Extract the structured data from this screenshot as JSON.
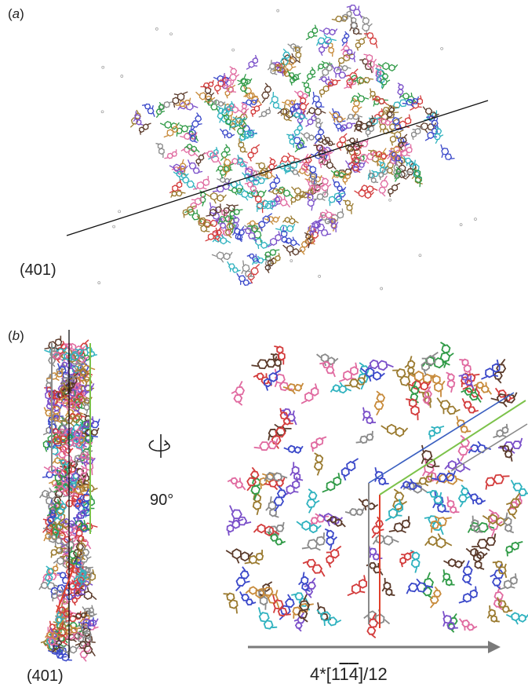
{
  "panel_a": {
    "label_open": "(",
    "label_letter": "a",
    "label_close": ")",
    "plane_label": "(401)"
  },
  "panel_b": {
    "label_open": "(",
    "label_letter": "b",
    "label_close": ")",
    "rotation_angle": "90°",
    "plane_label": "(401)",
    "axis_label_prefix": "4*[1",
    "axis_label_bar1": "1",
    "axis_label_bar2": "4",
    "axis_label_suffix": "]/12"
  },
  "colors": {
    "molecule_palette": [
      "#d33b3b",
      "#3a48c9",
      "#7a4fc9",
      "#2f9a46",
      "#2fb2bf",
      "#c78a3a",
      "#8a8a8a",
      "#e06aa0",
      "#9a7a2f",
      "#5a3a2a"
    ],
    "plane_line": "#111111",
    "cell_edge_green": "#7cc24a",
    "cell_edge_red": "#e0402a",
    "cell_edge_blue": "#3a5fc0",
    "cell_edge_gray": "#8a8a8a",
    "axis_arrow": "#7a7a7a"
  }
}
